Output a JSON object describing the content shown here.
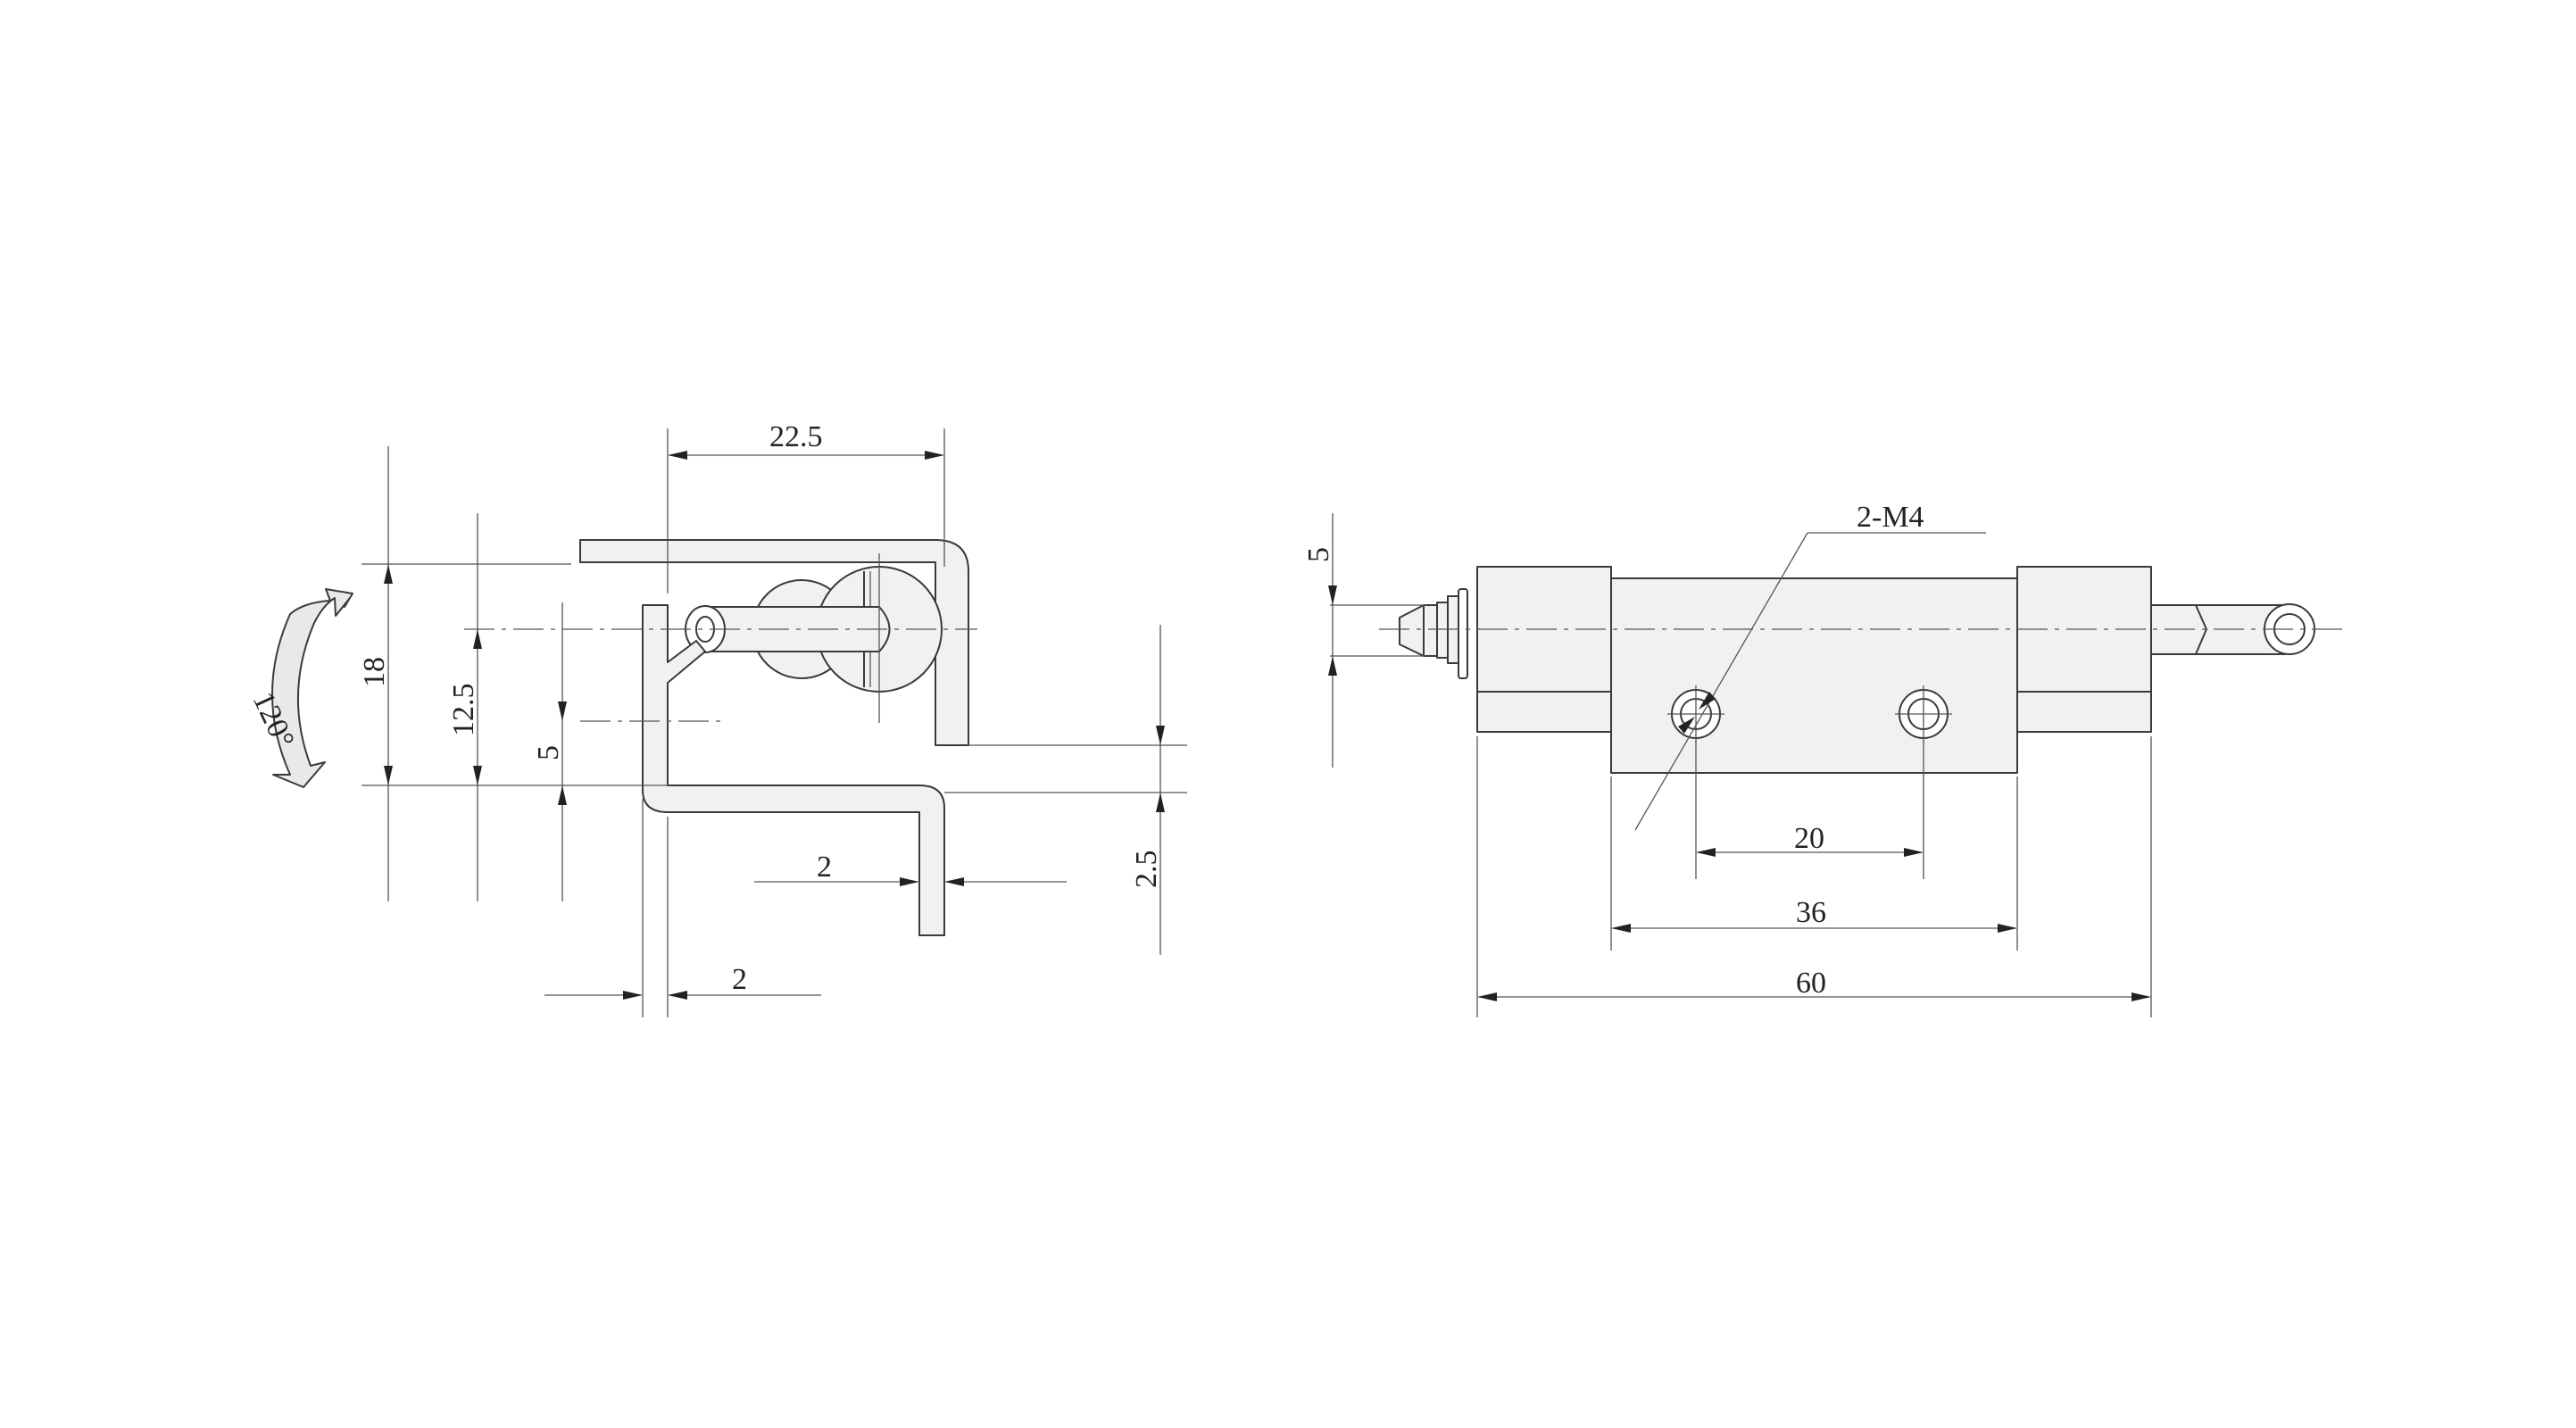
{
  "side_view": {
    "rotation_angle": "120°",
    "dim_width": "22.5",
    "dim_overall_height": "18",
    "dim_pin_height": "12.5",
    "dim_pin_offset": "5",
    "dim_flange_height": "2.5",
    "dim_leaf_thickness_bottom": "2",
    "dim_leaf_thickness_side": "2"
  },
  "front_view": {
    "dim_pin_diameter": "5",
    "hole_callout": "2-M4",
    "dim_hole_spacing": "20",
    "dim_body_length": "36",
    "dim_overall_length": "60"
  },
  "colors": {
    "line": "#3a3a3a",
    "fill": "#f1f1f1",
    "background": "#ffffff"
  }
}
